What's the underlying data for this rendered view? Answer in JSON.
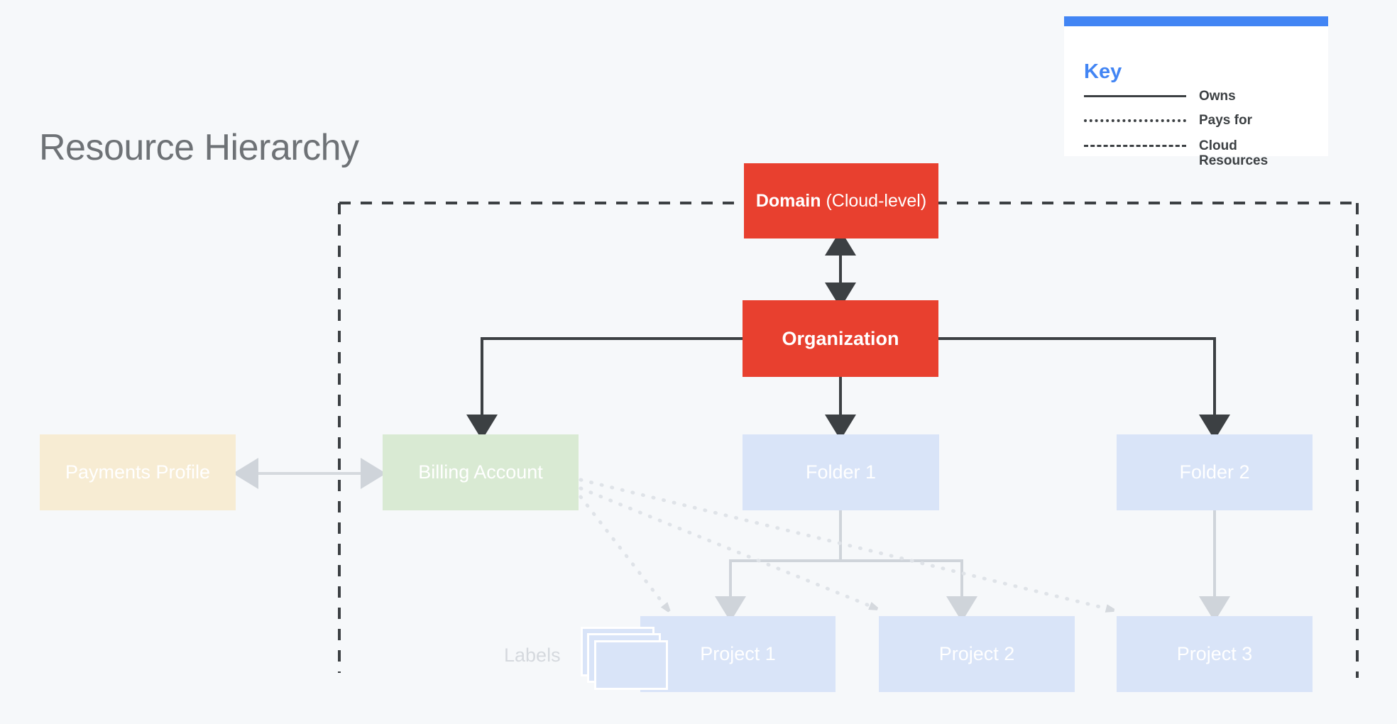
{
  "page": {
    "title": "Resource Hierarchy",
    "background_color": "#f6f8fa"
  },
  "colors": {
    "red": "#e8402f",
    "blue": "#d9e4f8",
    "green": "#d9ead3",
    "cream": "#f7ecd3",
    "accent_blue": "#4285f4",
    "dark_line": "#3c4043",
    "light_line": "#cfd4da",
    "title_gray": "#6e7276"
  },
  "key": {
    "title": "Key",
    "rows": [
      {
        "style": "solid",
        "label": "Owns"
      },
      {
        "style": "dotted",
        "label": "Pays for"
      },
      {
        "style": "dashed",
        "label": "Cloud Resources"
      }
    ]
  },
  "nodes": {
    "domain": {
      "strong": "Domain",
      "rest": " (Cloud-level)"
    },
    "organization": {
      "label": "Organization"
    },
    "billing_account": {
      "label": "Billing Account"
    },
    "payments_profile": {
      "label": "Payments Profile"
    },
    "folder1": {
      "label": "Folder 1"
    },
    "folder2": {
      "label": "Folder 2"
    },
    "project1": {
      "label": "Project 1"
    },
    "project2": {
      "label": "Project 2"
    },
    "project3": {
      "label": "Project 3"
    },
    "labels": {
      "label": "Labels"
    }
  }
}
